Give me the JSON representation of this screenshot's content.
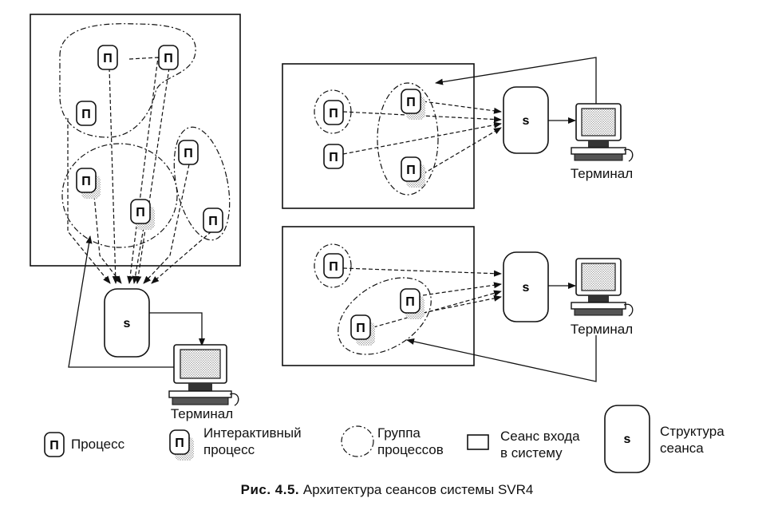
{
  "process_letter": "П",
  "session_letter": "s",
  "terminal_label": "Терминал",
  "legend": {
    "process": "Процесс",
    "interactive_line1": "Интерактивный",
    "interactive_line2": "процесс",
    "group_line1": "Группа",
    "group_line2": "процессов",
    "login_line1": "Сеанс входа",
    "login_line2": "в систему",
    "session_line1": "Структура",
    "session_line2": "сеанса"
  },
  "caption": {
    "prefix": "Рис. 4.5.",
    "text": "Архитектура сеансов системы SVR4"
  }
}
